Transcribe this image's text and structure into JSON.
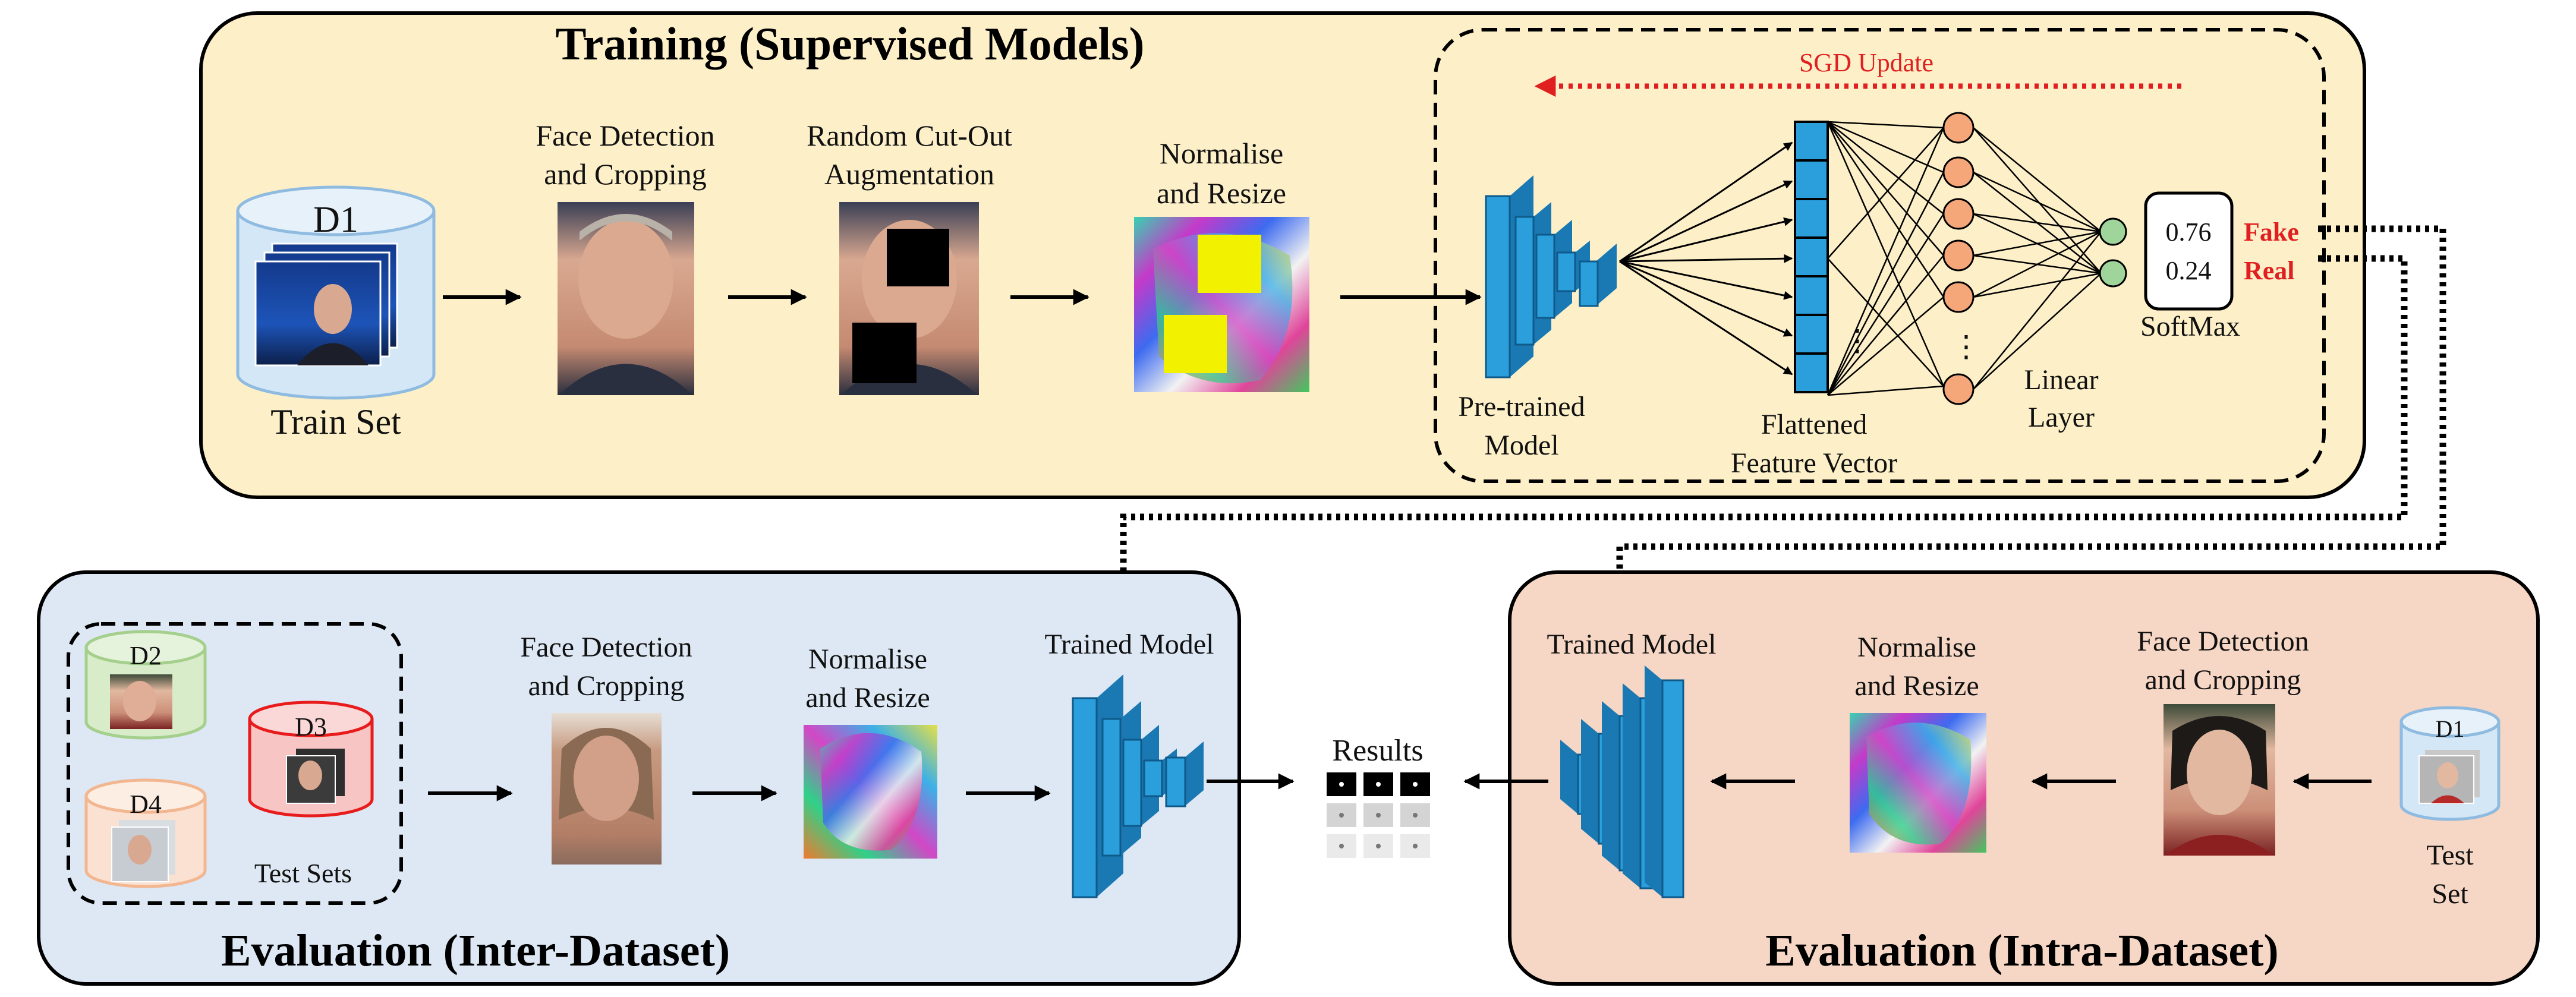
{
  "training": {
    "title": "Training (Supervised Models)",
    "sgd_update": "SGD Update",
    "train_db": "D1",
    "train_set": "Train Set",
    "face_detection_1": "Face Detection",
    "face_detection_2": "and Cropping",
    "cutout_1": "Random Cut-Out",
    "cutout_2": "Augmentation",
    "normalise_1": "Normalise",
    "normalise_2": "and Resize",
    "pretrained_1": "Pre-trained",
    "pretrained_2": "Model",
    "flattened_1": "Flattened",
    "flattened_2": "Feature Vector",
    "linear_1": "Linear",
    "linear_2": "Layer",
    "softmax": "SoftMax",
    "prob_fake": "0.76",
    "prob_real": "0.24",
    "label_fake": "Fake",
    "label_real": "Real",
    "dots": "⋮"
  },
  "inter": {
    "title": "Evaluation (Inter-Dataset)",
    "d2": "D2",
    "d3": "D3",
    "d4": "D4",
    "test_sets": "Test Sets",
    "face_detection_1": "Face Detection",
    "face_detection_2": "and Cropping",
    "normalise_1": "Normalise",
    "normalise_2": "and Resize",
    "trained_model": "Trained Model"
  },
  "results": {
    "label": "Results"
  },
  "intra": {
    "title": "Evaluation (Intra-Dataset)",
    "trained_model": "Trained Model",
    "normalise_1": "Normalise",
    "normalise_2": "and Resize",
    "face_detection_1": "Face Detection",
    "face_detection_2": "and Cropping",
    "d1": "D1",
    "test_1": "Test",
    "test_2": "Set"
  },
  "colors": {
    "training_bg": "#fdf0c8",
    "inter_bg": "#dde8f4",
    "intra_bg": "#f6d6c4",
    "model_blue": "#2a9fdc",
    "neuron_orange": "#f5a77a",
    "neuron_green": "#9fd49a",
    "sgd_red": "#e02020"
  }
}
